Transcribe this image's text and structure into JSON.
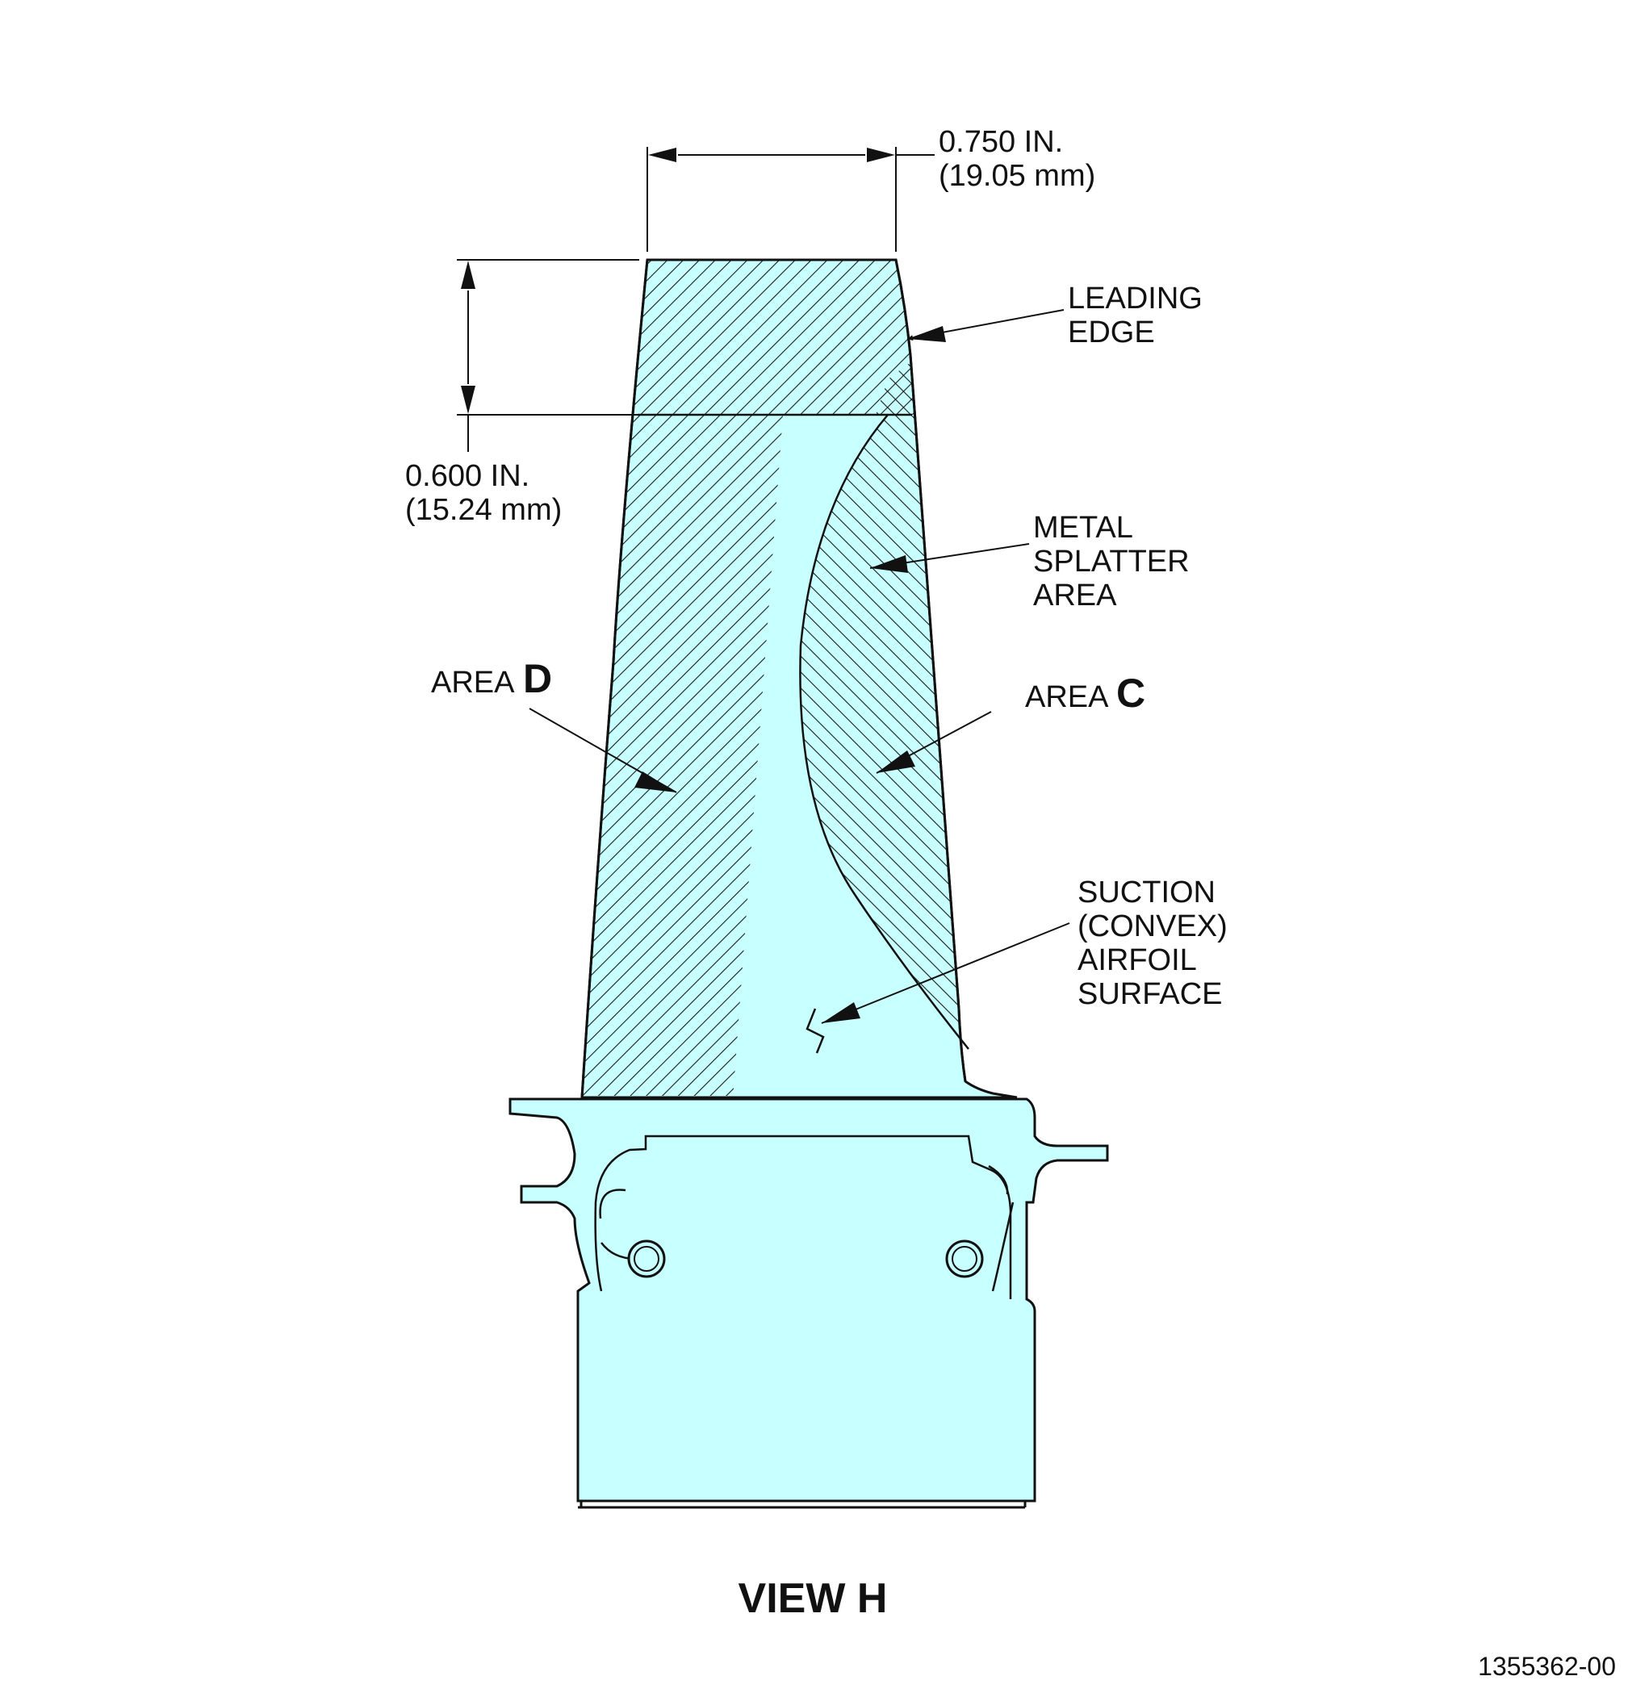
{
  "colors": {
    "fill": "#c8ffff",
    "outline": "#111111",
    "hatch": "#1a1a1a",
    "background": "#ffffff"
  },
  "dimensions": {
    "width": {
      "line1": "0.750 IN.",
      "line2": "(19.05 mm)"
    },
    "height": {
      "line1": "0.600 IN.",
      "line2": "(15.24 mm)"
    }
  },
  "labels": {
    "leading_edge": {
      "line1": "LEADING",
      "line2": "EDGE"
    },
    "metal_splatter": {
      "line1": "METAL",
      "line2": "SPLATTER",
      "line3": "AREA"
    },
    "area_d": {
      "prefix": "AREA",
      "letter": "D"
    },
    "area_c": {
      "prefix": "AREA",
      "letter": "C"
    },
    "suction": {
      "line1": "SUCTION",
      "line2": "(CONVEX)",
      "line3": "AIRFOIL",
      "line4": "SURFACE"
    }
  },
  "title": "VIEW H",
  "document_id": "1355362-00"
}
